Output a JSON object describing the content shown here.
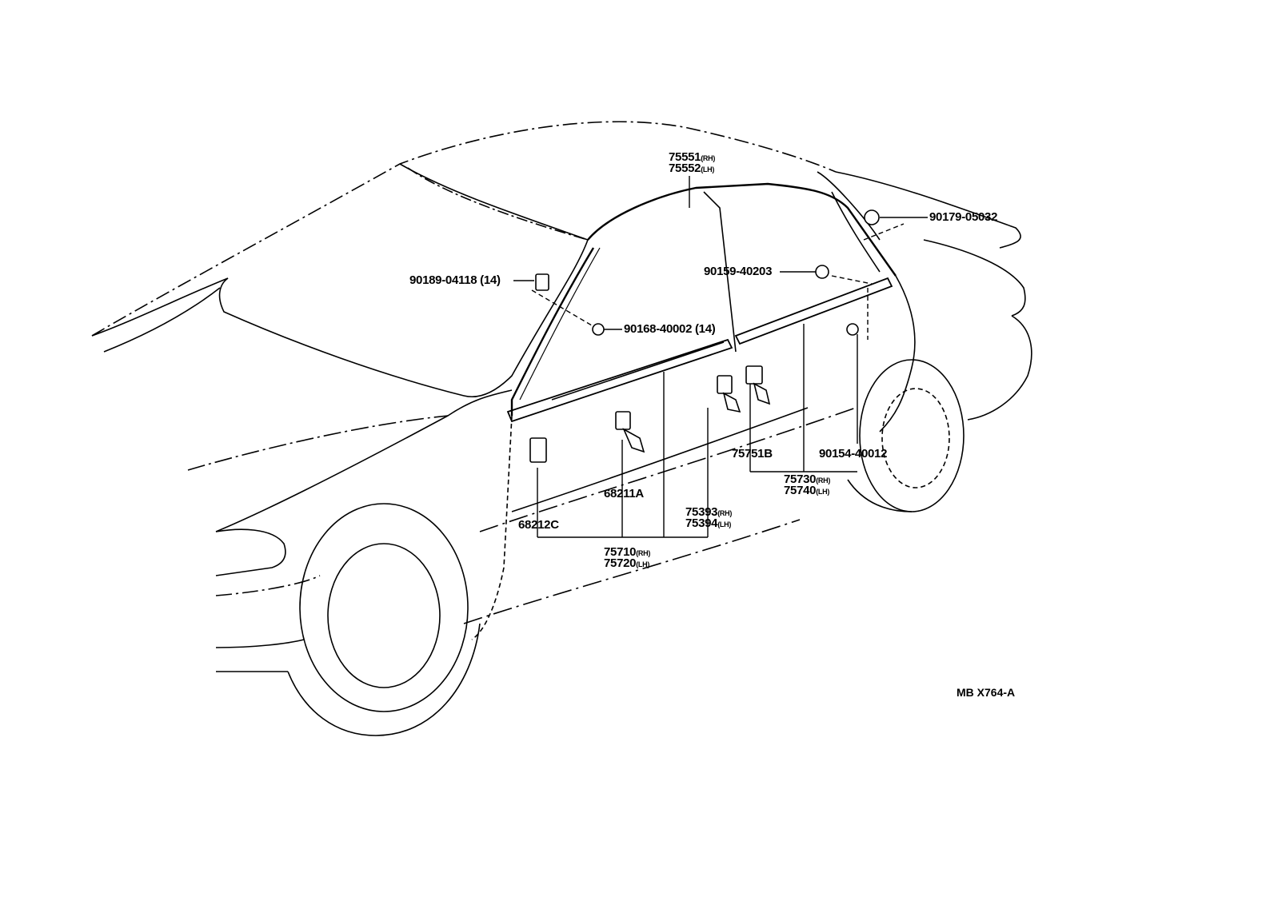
{
  "diagram": {
    "type": "exploded parts diagram",
    "subject": "Sedan side door belt moulding and window frame moulding",
    "reference_code": "MB X764-A",
    "parts": [
      {
        "id": "p75551",
        "number": "75551",
        "suffix": "(RH)"
      },
      {
        "id": "p75552",
        "number": "75552",
        "suffix": "(LH)"
      },
      {
        "id": "p90179",
        "number": "90179-05032",
        "suffix": ""
      },
      {
        "id": "p90189",
        "number": "90189-04118 (14)",
        "suffix": ""
      },
      {
        "id": "p90159",
        "number": "90159-40203",
        "suffix": ""
      },
      {
        "id": "p90168",
        "number": "90168-40002 (14)",
        "suffix": ""
      },
      {
        "id": "p75751",
        "number": "75751B",
        "suffix": ""
      },
      {
        "id": "p90154",
        "number": "90154-40012",
        "suffix": ""
      },
      {
        "id": "p75730",
        "number": "75730",
        "suffix": "(RH)"
      },
      {
        "id": "p75740",
        "number": "75740",
        "suffix": "(LH)"
      },
      {
        "id": "p68211",
        "number": "68211A",
        "suffix": ""
      },
      {
        "id": "p75393",
        "number": "75393",
        "suffix": "(RH)"
      },
      {
        "id": "p75394",
        "number": "75394",
        "suffix": "(LH)"
      },
      {
        "id": "p68212",
        "number": "68212C",
        "suffix": ""
      },
      {
        "id": "p75710",
        "number": "75710",
        "suffix": "(RH)"
      },
      {
        "id": "p75720",
        "number": "75720",
        "suffix": "(LH)"
      }
    ]
  }
}
